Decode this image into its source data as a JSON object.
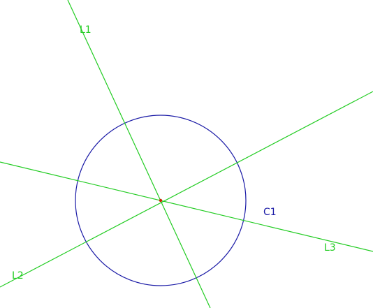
{
  "colors": {
    "background": "#ffffff",
    "line": "#22cc22",
    "circle": "#1a1aa6",
    "center_point": "#cc2200"
  },
  "lines": [
    {
      "id": "L1",
      "label": "L1"
    },
    {
      "id": "L2",
      "label": "L2"
    },
    {
      "id": "L3",
      "label": "L3"
    }
  ],
  "circle": {
    "id": "C1",
    "label": "C1"
  }
}
